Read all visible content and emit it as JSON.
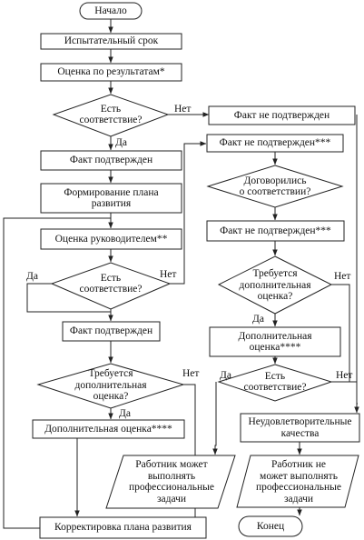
{
  "nodes": {
    "start": "Начало",
    "probation": "Испытательный срок",
    "assessment_results": "Оценка по результатам*",
    "match_1": "Есть\nсоответствие?",
    "not_confirmed_1": "Факт не подтвержден",
    "not_confirmed_2": "Факт не подтвержден***",
    "confirmed_1": "Факт подтвержден",
    "dev_plan": "Формирование плана\nразвития",
    "agreed": "Договорились\nо соответствии?",
    "manager_assessment": "Оценка руководителем**",
    "not_confirmed_3": "Факт не подтвержден***",
    "match_2": "Есть\nсоответствие?",
    "extra_needed_right": "Требуется\nдополнительная\nоценка?",
    "confirmed_2": "Факт подтвержден",
    "extra_assessment_right": "Дополнительная\nоценка****",
    "extra_needed_left": "Требуется\nдополнительная\nоценка?",
    "match_3": "Есть\nсоответствие?",
    "extra_assessment_left": "Дополнительная оценка****",
    "unsatisfactory": "Неудовлетворительные\nкачества",
    "can_perform": "Работник может\nвыполнять\nпрофессиональные\nзадачи",
    "cannot_perform": "Работник не\nможет выполнять\nпрофессиональные\nзадачи",
    "adjust_plan": "Корректировка плана развития",
    "end": "Конец"
  },
  "branches": {
    "yes": "Да",
    "no": "Нет"
  }
}
